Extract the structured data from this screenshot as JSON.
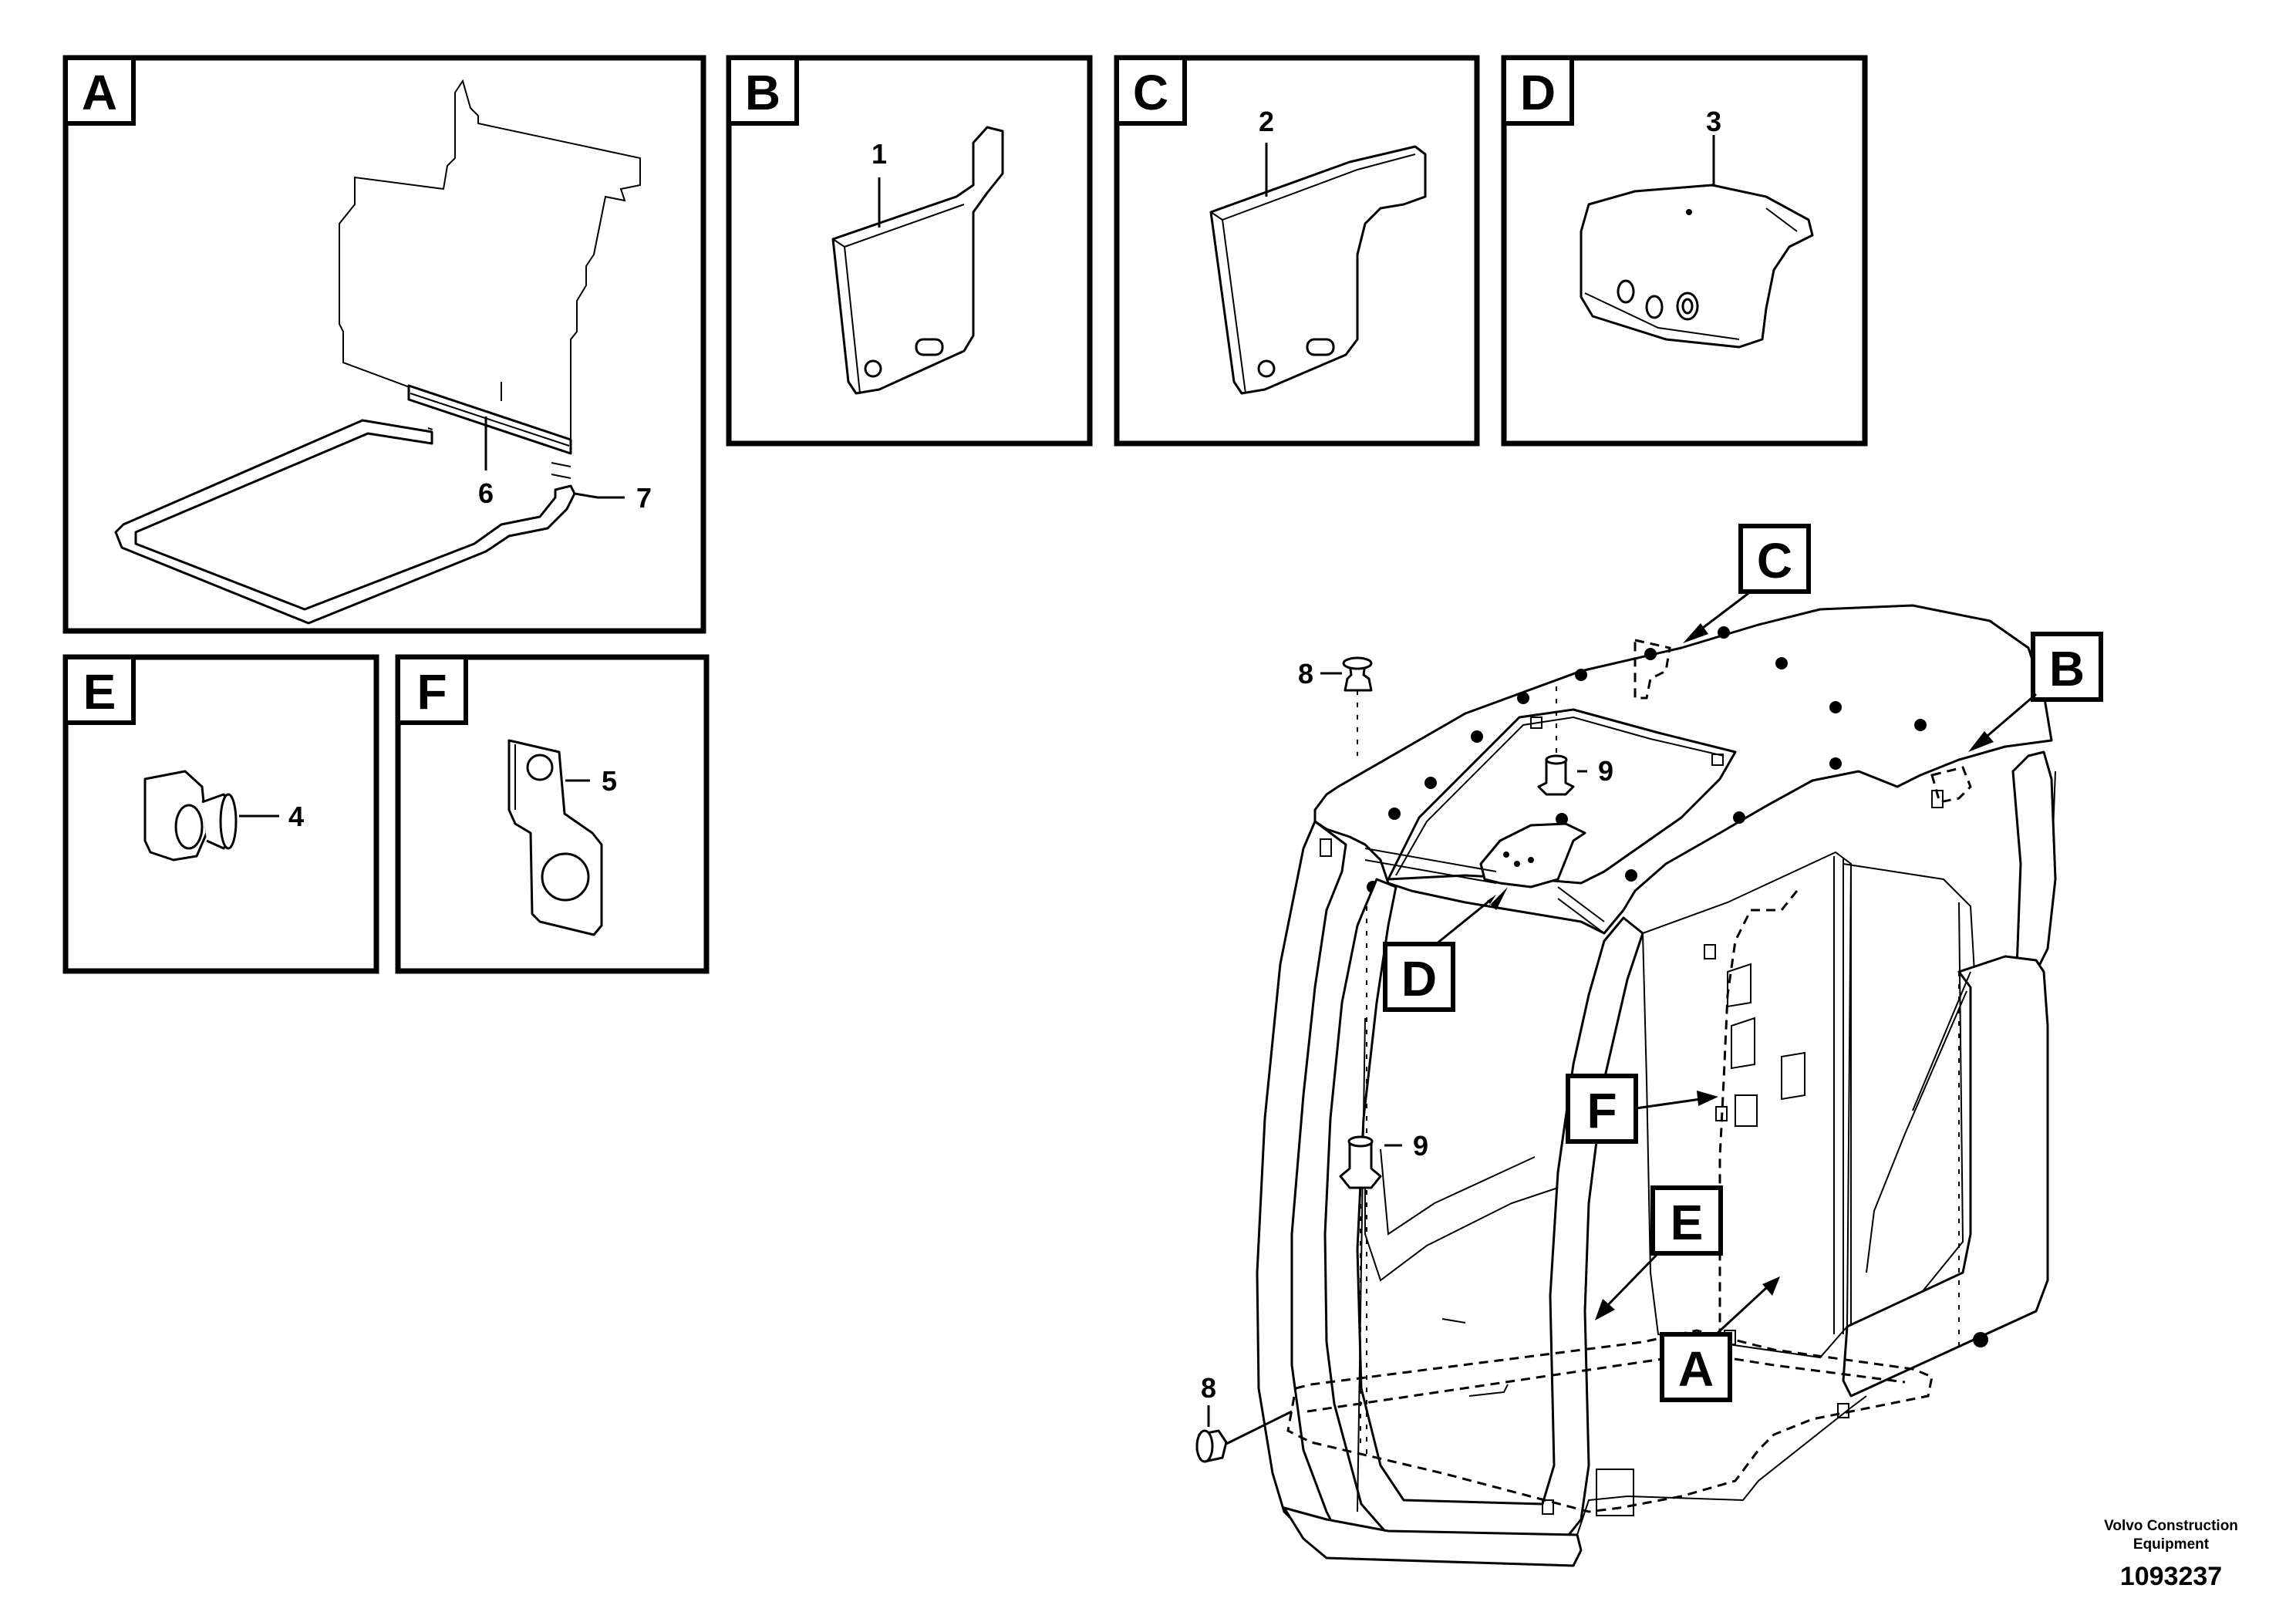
{
  "panels": {
    "A": {
      "label": "A"
    },
    "B": {
      "label": "B"
    },
    "C": {
      "label": "C"
    },
    "D": {
      "label": "D"
    },
    "E": {
      "label": "E"
    },
    "F": {
      "label": "F"
    }
  },
  "parts": {
    "p1": "1",
    "p2": "2",
    "p3": "3",
    "p4": "4",
    "p5": "5",
    "p6": "6",
    "p7": "7",
    "p8a": "8",
    "p8b": "8",
    "p9a": "9",
    "p9b": "9"
  },
  "callouts": {
    "A": "A",
    "B": "B",
    "C": "C",
    "D": "D",
    "E": "E",
    "F": "F"
  },
  "footer": {
    "brand_line1": "Volvo Construction",
    "brand_line2": "Equipment",
    "doc_number": "1093237"
  }
}
